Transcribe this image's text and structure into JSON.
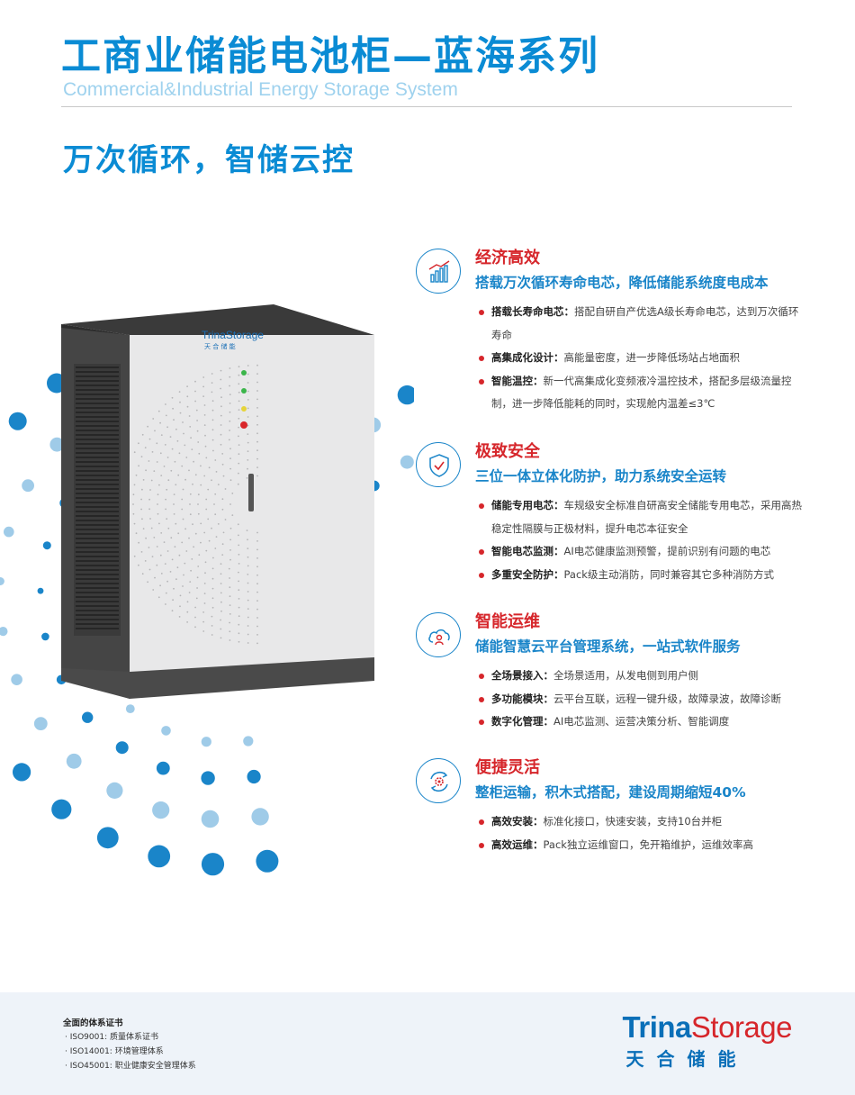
{
  "header": {
    "title_main": "工商业储能电池柜",
    "title_series": "—蓝海系列",
    "subtitle": "Commercial&Industrial Energy Storage System",
    "slogan": "万次循环，智储云控"
  },
  "product": {
    "brand_en": "TrinaStorage",
    "brand_cn": "天 合 储 能",
    "panel_colors": {
      "body": "#e9e9ea",
      "frame": "#4a4a4a",
      "top": "#3c3c3c",
      "leds": [
        "#3bb54a",
        "#3bb54a",
        "#e6d43a",
        "#d9262b"
      ]
    }
  },
  "features": [
    {
      "icon": "bar-chart-icon",
      "title": "经济高效",
      "subtitle": "搭载万次循环寿命电芯，降低储能系统度电成本",
      "points": [
        {
          "label": "搭载长寿命电芯：",
          "text": "搭配自研自产优选A级长寿命电芯，达到万次循环寿命"
        },
        {
          "label": "高集成化设计：",
          "text": "高能量密度，进一步降低场站占地面积"
        },
        {
          "label": "智能温控：",
          "text": "新一代高集成化变频液冷温控技术，搭配多层级流量控制，进一步降低能耗的同时，实现舱内温差≤3℃"
        }
      ]
    },
    {
      "icon": "shield-check-icon",
      "title": "极致安全",
      "subtitle": "三位一体立体化防护，助力系统安全运转",
      "points": [
        {
          "label": "储能专用电芯：",
          "text": "车规级安全标准自研高安全储能专用电芯，采用高热稳定性隔膜与正极材料，提升电芯本征安全"
        },
        {
          "label": "智能电芯监测：",
          "text": "AI电芯健康监测预警，提前识别有问题的电芯"
        },
        {
          "label": "多重安全防护：",
          "text": "Pack级主动消防，同时兼容其它多种消防方式"
        }
      ]
    },
    {
      "icon": "cloud-user-icon",
      "title": "智能运维",
      "subtitle": "储能智慧云平台管理系统，一站式软件服务",
      "points": [
        {
          "label": "全场景接入：",
          "text": "全场景适用，从发电侧到用户侧"
        },
        {
          "label": "多功能模块：",
          "text": "云平台互联，远程一键升级，故障录波，故障诊断"
        },
        {
          "label": "数字化管理：",
          "text": "AI电芯监测、运营决策分析、智能调度"
        }
      ]
    },
    {
      "icon": "gear-cycle-icon",
      "title": "便捷灵活",
      "subtitle": "整柜运输，积木式搭配，建设周期缩短40%",
      "points": [
        {
          "label": "高效安装：",
          "text": "标准化接口，快速安装，支持10台并柜"
        },
        {
          "label": "高效运维：",
          "text": "Pack独立运维窗口，免开箱维护，运维效率高"
        }
      ]
    }
  ],
  "footer": {
    "cert_heading": "全面的体系证书",
    "certs": [
      "· ISO9001: 质量体系证书",
      "· ISO14001: 环境管理体系",
      "· ISO45001: 职业健康安全管理体系"
    ],
    "logo_trina": "Trina",
    "logo_storage": "Storage",
    "logo_cn": "天合储能"
  },
  "colors": {
    "accent_blue": "#0a8bd4",
    "accent_red": "#d6262b",
    "subtitle_blue": "#9fd2ee",
    "footer_bg": "#eef3f9"
  }
}
